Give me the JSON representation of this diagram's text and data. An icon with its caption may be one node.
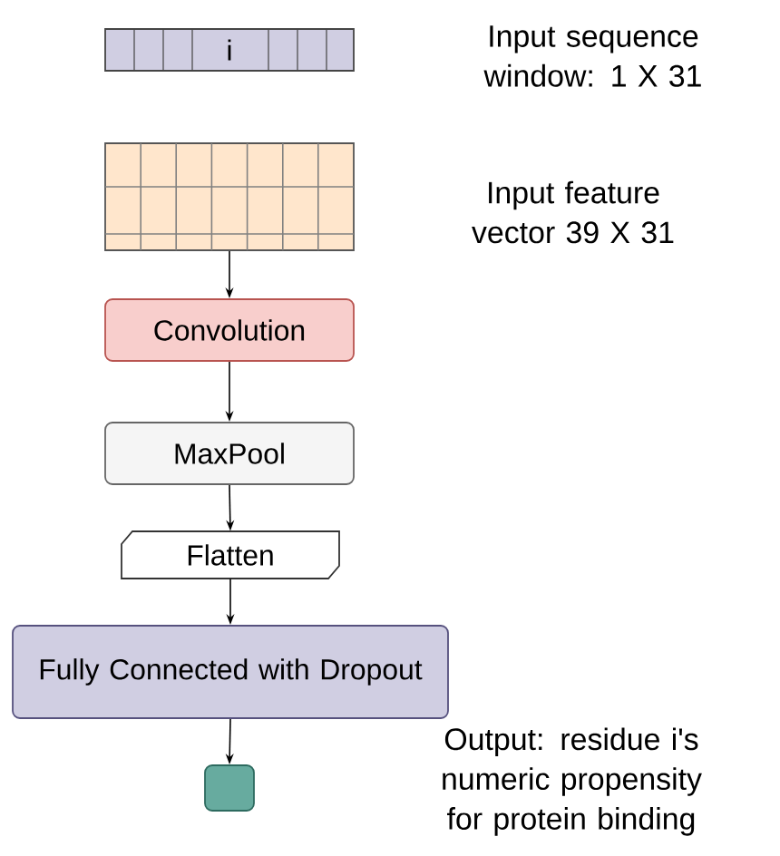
{
  "diagram": {
    "nodes": [
      {
        "text": [
          "i"
        ]
      },
      {
        "text": [],
        "shape": "box"
      },
      {
        "text": [
          "Convolution"
        ]
      },
      {
        "text": [
          "MaxPool"
        ]
      },
      {
        "text": [
          "Flatten"
        ]
      },
      {
        "text": [
          "Fully Connected with Dropout"
        ]
      },
      {
        "text": [],
        "shape": "box"
      }
    ],
    "edges": [
      {
        "from": 1,
        "to": 2,
        "arrow": "to"
      },
      {
        "from": 2,
        "to": 3,
        "arrow": "to"
      },
      {
        "from": 3,
        "to": 4,
        "arrow": "to"
      },
      {
        "from": 4,
        "to": 5,
        "arrow": "to"
      },
      {
        "from": 5,
        "to": 6,
        "arrow": "to"
      }
    ],
    "labels": [
      "Input sequence window: 1 X 31",
      "Input feature vector 39 X 31",
      "Output: residue i's numeric propensity for protein binding"
    ]
  }
}
